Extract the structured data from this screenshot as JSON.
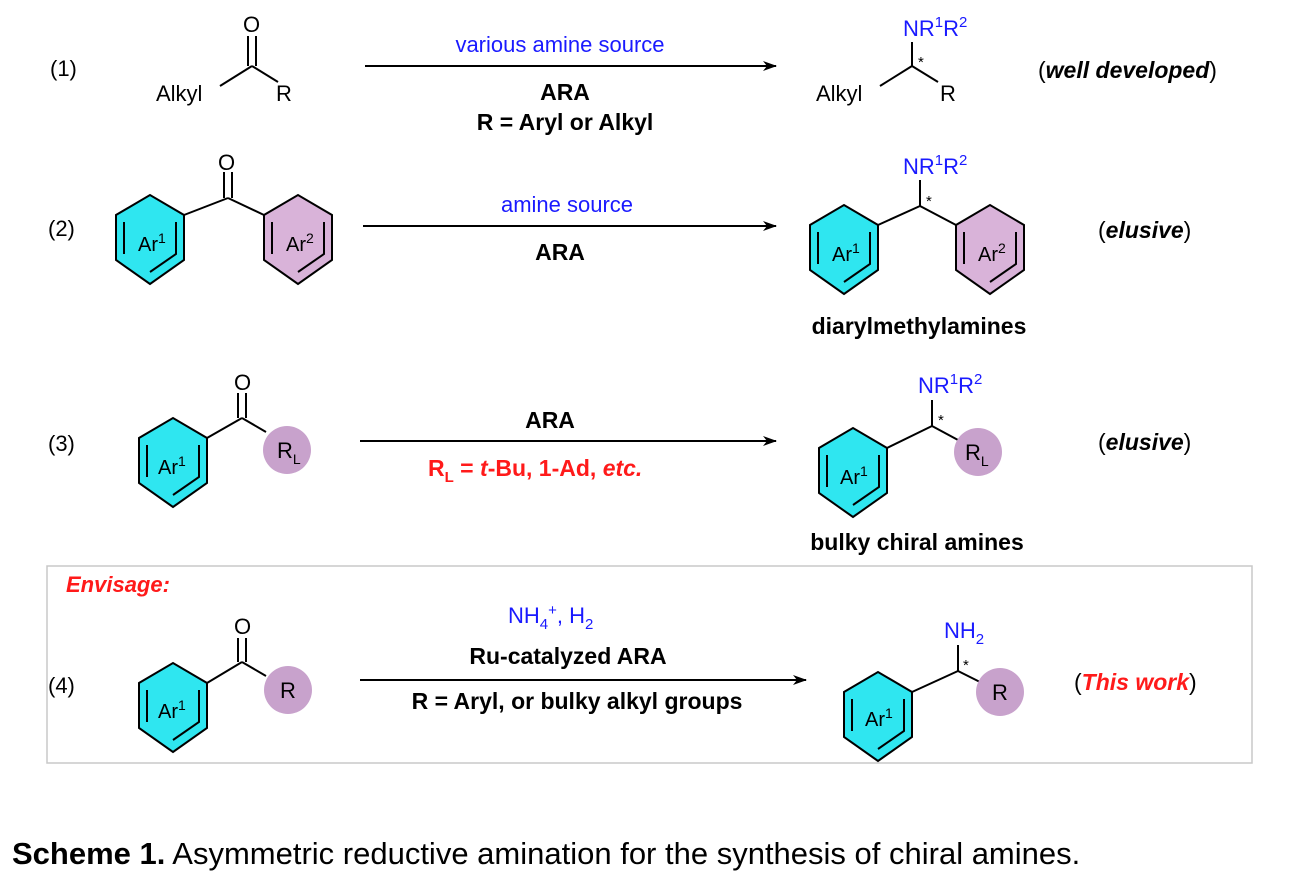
{
  "colors": {
    "blue": "#1a1aff",
    "red": "#ff1a1a",
    "aryl1_fill": "#2fe6f0",
    "aryl2_fill": "#d9b3d9",
    "substituent_fill": "#c8a2cc",
    "box_border": "#c8c8c8"
  },
  "icons": [
    "benzene-ring",
    "reaction-arrow",
    "stereocenter-star"
  ],
  "reactions": [
    {
      "number": "(1)",
      "reactant": {
        "oxygen": "O",
        "left_group": "Alkyl",
        "right_group": "R"
      },
      "arrow_top": "various amine source",
      "arrow_bottom_lines": [
        "ARA",
        "R = Aryl or Alkyl"
      ],
      "product": {
        "amine": "NR",
        "sup1": "1",
        "r": "R",
        "sup2": "2",
        "left_group": "Alkyl",
        "right_group": "R",
        "star": "*"
      },
      "note_open": "(",
      "note": "well developed",
      "note_close": ")"
    },
    {
      "number": "(2)",
      "reactant": {
        "oxygen": "O",
        "ar1": "Ar",
        "ar1_sup": "1",
        "ar2": "Ar",
        "ar2_sup": "2"
      },
      "arrow_top": "amine source",
      "arrow_bottom": "ARA",
      "product": {
        "amine": "NR",
        "sup1": "1",
        "r": "R",
        "sup2": "2",
        "star": "*",
        "ar1": "Ar",
        "ar1_sup": "1",
        "ar2": "Ar",
        "ar2_sup": "2"
      },
      "product_label": "diarylmethylamines",
      "note_open": "(",
      "note": "elusive",
      "note_close": ")"
    },
    {
      "number": "(3)",
      "reactant": {
        "oxygen": "O",
        "ar1": "Ar",
        "ar1_sup": "1",
        "rl": "R",
        "rl_sub": "L"
      },
      "arrow_top": "ARA",
      "arrow_bottom": {
        "r": "R",
        "sub": "L",
        "eq": " = ",
        "tbu": "t",
        "tbu_rest": "-Bu, 1-Ad, ",
        "etc": "etc."
      },
      "product": {
        "amine": "NR",
        "sup1": "1",
        "r": "R",
        "sup2": "2",
        "star": "*",
        "ar1": "Ar",
        "ar1_sup": "1",
        "rl": "R",
        "rl_sub": "L"
      },
      "product_label": "bulky chiral amines",
      "note_open": "(",
      "note": "elusive",
      "note_close": ")"
    },
    {
      "number": "(4)",
      "box_label": "Envisage:",
      "reactant": {
        "oxygen": "O",
        "ar1": "Ar",
        "ar1_sup": "1",
        "r": "R"
      },
      "arrow_top": {
        "nh": "NH",
        "sub": "4",
        "sup": "+",
        "rest": ", H",
        "h_sub": "2"
      },
      "arrow_bottom_lines": [
        "Ru-catalyzed ARA",
        "R = Aryl, or bulky alkyl groups"
      ],
      "product": {
        "amine": "NH",
        "amine_sub": "2",
        "star": "*",
        "ar1": "Ar",
        "ar1_sup": "1",
        "r": "R"
      },
      "note_open": "(",
      "note": "This work",
      "note_close": ")"
    }
  ],
  "caption": {
    "bold": "Scheme 1.",
    "text": " Asymmetric reductive amination for the synthesis of chiral amines."
  }
}
